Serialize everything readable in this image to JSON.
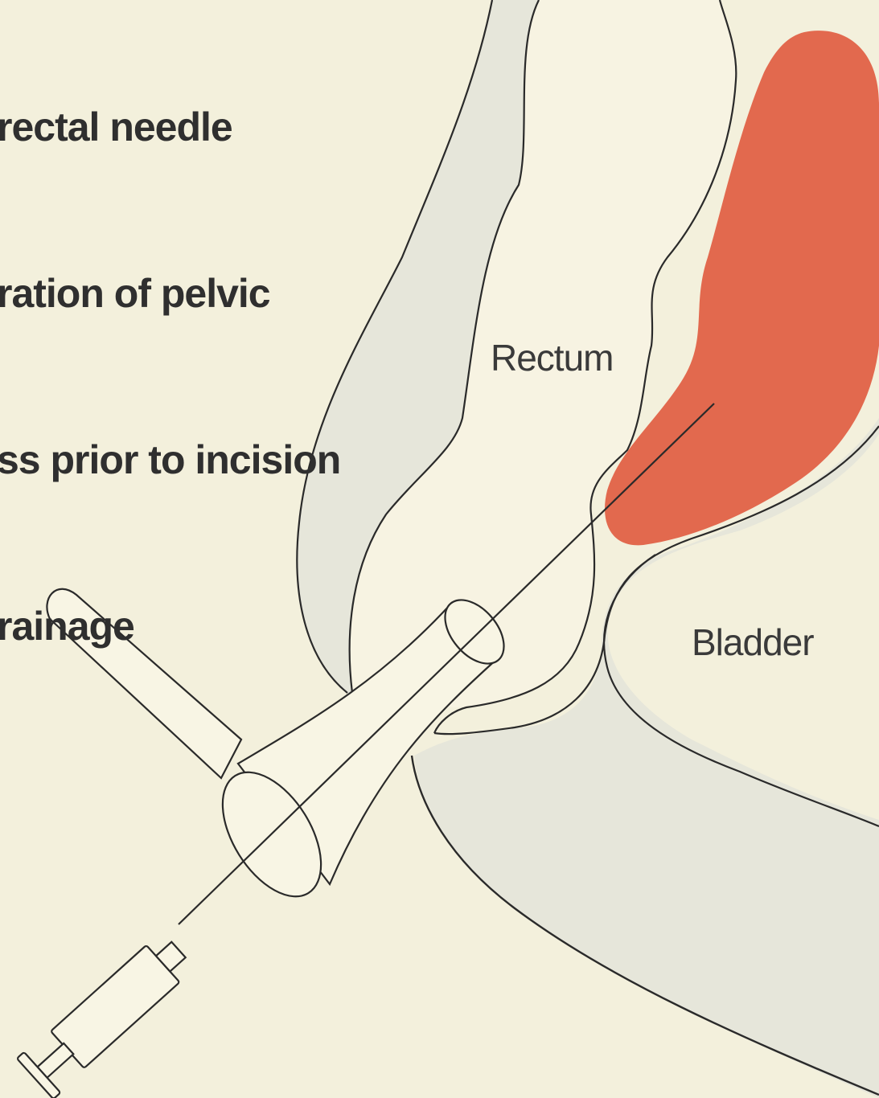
{
  "caption": {
    "lines": [
      "rectal needle",
      "ration of pelvic",
      "ss prior to incision",
      "rainage"
    ]
  },
  "labels": {
    "rectum": "Rectum",
    "bladder": "Bladder"
  },
  "colors": {
    "background": "#f3f0dc",
    "abscess": "#e2694e",
    "tissue_shade": "#e6e6da",
    "lumen": "#f7f3e2",
    "outline": "#2a2a2a"
  }
}
